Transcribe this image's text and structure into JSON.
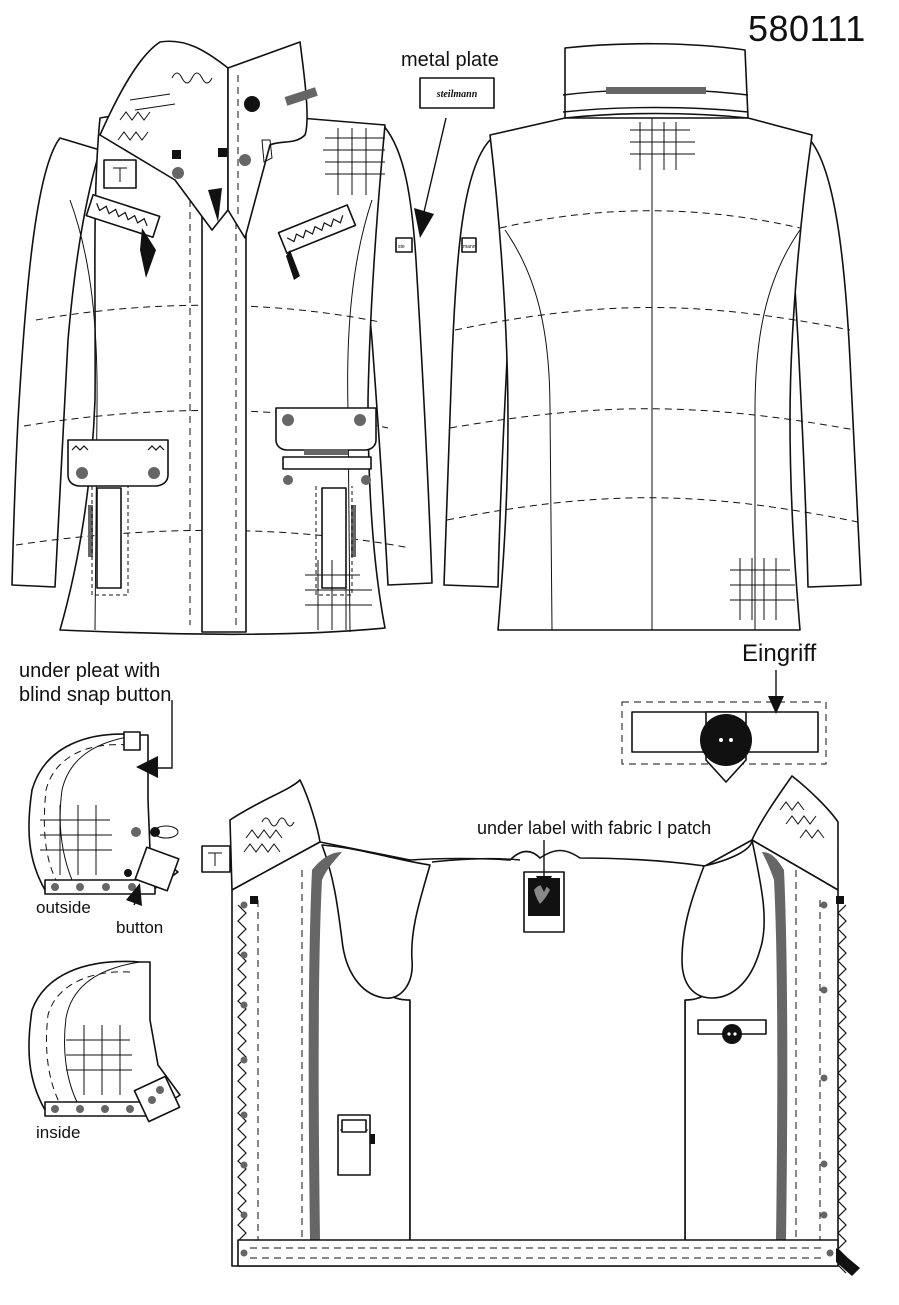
{
  "article_number": "580111",
  "labels": {
    "metal_plate": "metal plate",
    "eingriff": "Eingriff",
    "under_pleat_line1": "under pleat with",
    "under_pleat_line2": "blind snap button",
    "outside": "outside",
    "button": "button",
    "inside": "inside",
    "under_label": "under label with fabric I patch"
  },
  "brand_plate_text": "steilmann",
  "brand_sleeve_text": "ste",
  "brand_sleeve_back_text": "mann",
  "colors": {
    "outline": "#111111",
    "fill": "#ffffff",
    "accent_gray": "#666666"
  }
}
